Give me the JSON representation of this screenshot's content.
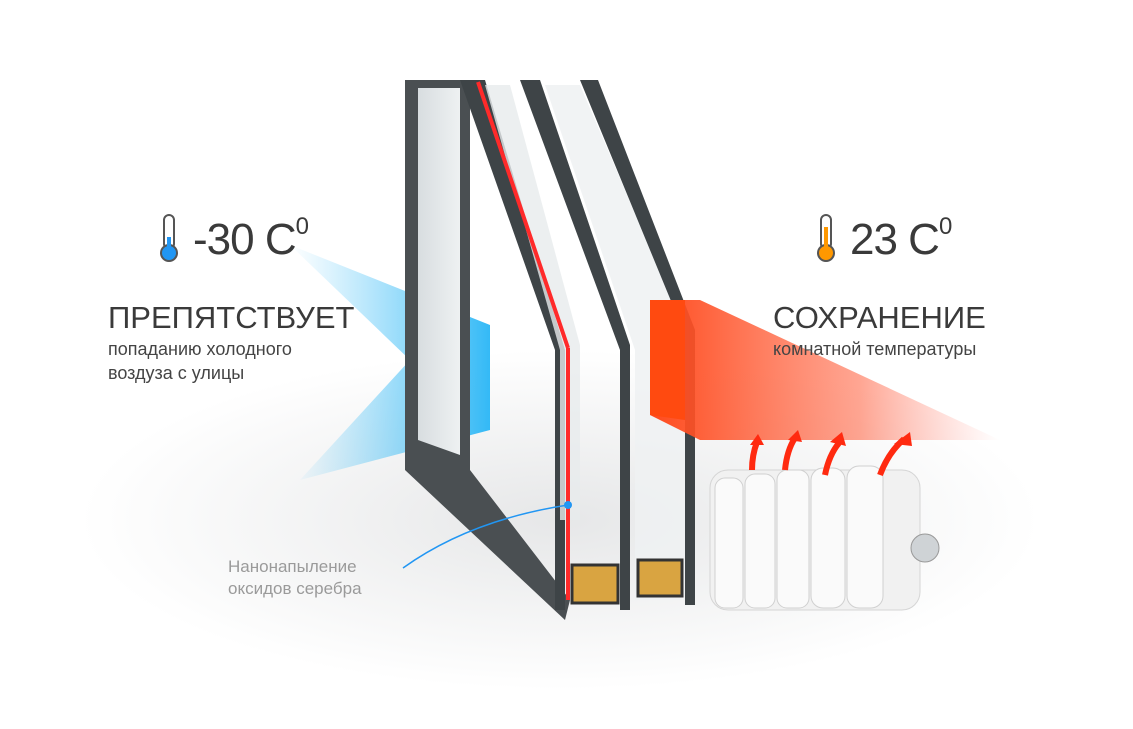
{
  "cold": {
    "temperature": "-30 C",
    "degree": "0",
    "heading": "ПРЕПЯТСТВУЕТ",
    "line1": "попаданию холодного",
    "line2": "воздуза с улицы",
    "icon": "thermometer-cold-icon",
    "color": "#29b6f6"
  },
  "warm": {
    "temperature": "23 C",
    "degree": "0",
    "heading": "СОХРАНЕНИЕ",
    "line1": "комнатной температуры",
    "icon": "thermometer-warm-icon",
    "color": "#ff5722"
  },
  "coating_note": {
    "line1": "Нанонапыление",
    "line2": "оксидов серебра"
  }
}
